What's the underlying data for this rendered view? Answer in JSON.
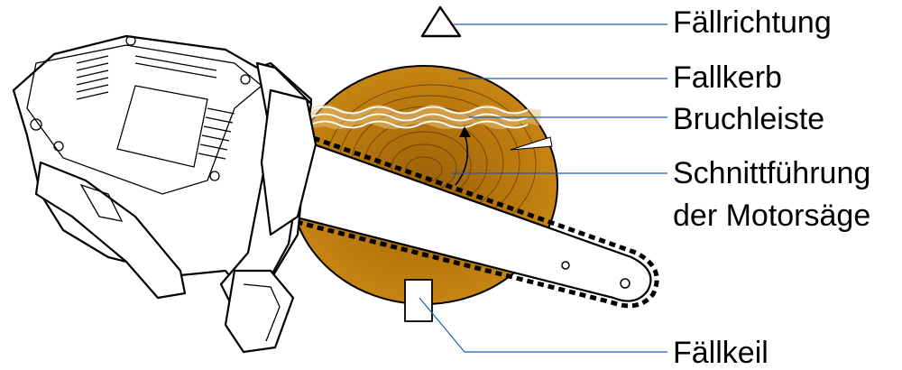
{
  "labels": {
    "fallrichtung": "Fällrichtung",
    "fallkerb": "Fallkerb",
    "bruchleiste": "Bruchleiste",
    "schnitt_line1": "Schnittführung",
    "schnitt_line2": "der Motorsäge",
    "fallkeil": "Fällkeil"
  },
  "colors": {
    "leader": "#1a5fb4",
    "wood": "#b8760c",
    "wood_dark": "#8a5208",
    "ink": "#000000"
  }
}
